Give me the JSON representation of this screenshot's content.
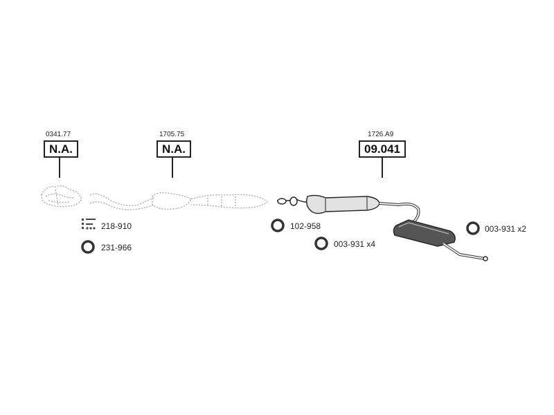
{
  "sections": [
    {
      "ref": "0341.77",
      "part": "N.A."
    },
    {
      "ref": "1705.75",
      "part": "N.A."
    },
    {
      "ref": "1726.A9",
      "part": "09.041"
    }
  ],
  "kits": [
    {
      "label": "218-910",
      "icon": "bolt-kit-icon"
    },
    {
      "label": "231-966",
      "icon": "gasket-ring-icon"
    },
    {
      "label": "102-958",
      "icon": "gasket-ring-icon"
    },
    {
      "label": "003-931 x4",
      "icon": "rubber-hanger-icon"
    },
    {
      "label": "003-931 x2",
      "icon": "rubber-hanger-icon"
    }
  ]
}
